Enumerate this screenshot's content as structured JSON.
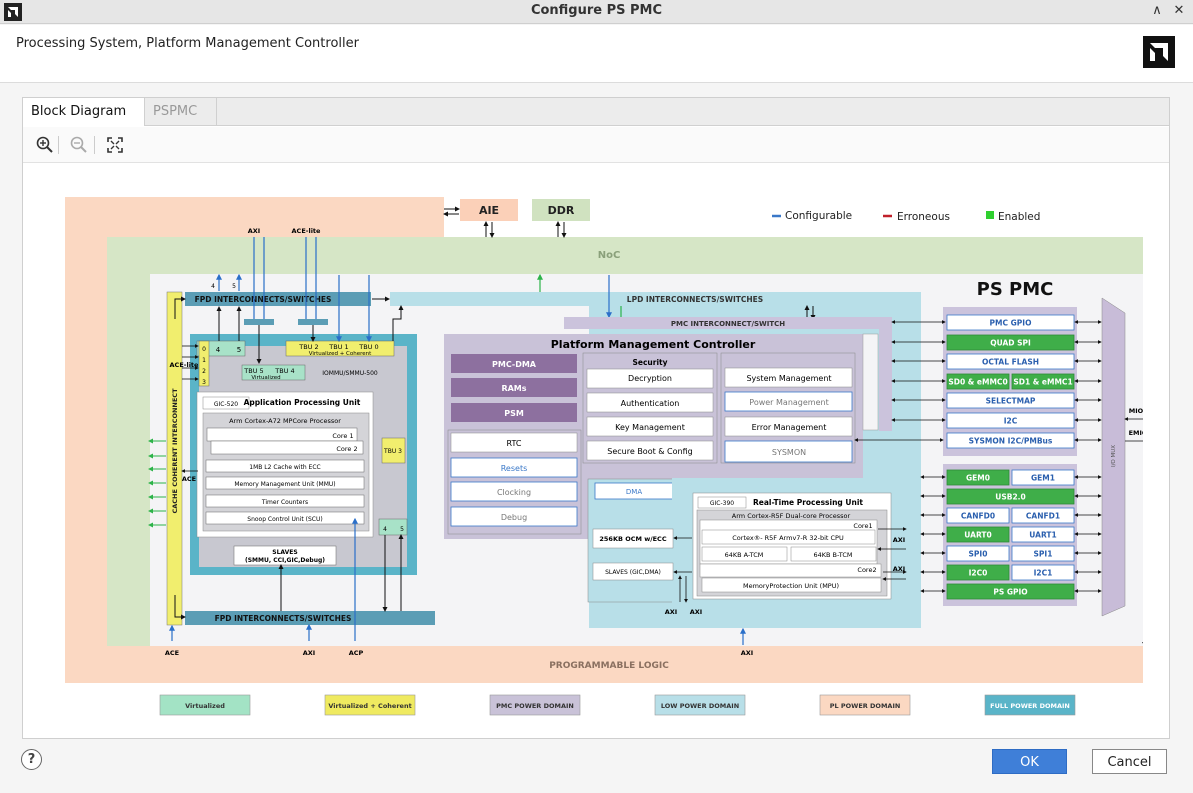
{
  "window": {
    "title": "Configure PS PMC",
    "minimize": "∧",
    "close": "✕"
  },
  "header": {
    "subtitle": "Processing System, Platform Management Controller"
  },
  "tabs": [
    {
      "label": "Block Diagram",
      "active": true
    },
    {
      "label": "PSPMC",
      "active": false
    }
  ],
  "toolbar": {
    "zoom_in": "zoom-in-icon",
    "zoom_out": "zoom-out-icon",
    "fit": "fit-icon"
  },
  "legend_top": {
    "configurable": "Configurable",
    "erroneous": "Erroneous",
    "enabled": "Enabled",
    "colors": {
      "configurable": "#3a78c8",
      "erroneous": "#c0202a",
      "enabled": "#2fd02f"
    }
  },
  "blocks": {
    "aie": "AIE",
    "ddr": "DDR",
    "noc": "NoC",
    "ps_pmc": "PS PMC",
    "programmable_logic": "PROGRAMMABLE LOGIC",
    "fpd_top": "FPD INTERCONNECTS/SWITCHES",
    "fpd_bottom": "FPD INTERCONNECTS/SWITCHES",
    "lpd": "LPD INTERCONNECTS/SWITCHES",
    "pmc_interconnect": "PMC INTERCONNECT/SWITCH",
    "cci": "CACHE COHERENT INTERCONNECT",
    "axi_top": "AXI",
    "ace_lite_top": "ACE-lite",
    "ace_lite_side": "ACE-lite",
    "ace": "ACE",
    "ace_bottom": "ACE",
    "axi_bottom": "AXI",
    "acp_bottom": "ACP",
    "axi_lpd_bottom": "AXI",
    "n4": "4",
    "n5": "5",
    "n0": "0",
    "n1": "1",
    "n2": "2",
    "n3": "3",
    "smmu_4": "4",
    "smmu_5": "5",
    "smmu_4b": "4",
    "smmu_5b": "5",
    "tbu2": "TBU 2",
    "tbu1": "TBU 1",
    "tbu0": "TBU 0",
    "virt_coherent": "Virtualized + Coherent",
    "tbu5": "TBU 5",
    "tbu4": "TBU 4",
    "virtualized": "Virtualized",
    "iommu": "IOMMU/SMMU-500",
    "gic520": "GIC-520",
    "apu": "Application Processing Unit",
    "a72": "Arm Cortex-A72 MPCore Processor",
    "core1": "Core 1",
    "core2": "Core 2",
    "l2": "1MB L2 Cache with ECC",
    "mmu": "Memory Management Unit (MMU)",
    "timer": "Timer Counters",
    "scu": "Snoop Control Unit (SCU)",
    "tbu3": "TBU 3",
    "slaves_apu_1": "SLAVES",
    "slaves_apu_2": "(SMMU, CCI,GIC,Debug)",
    "pmc_title": "Platform Management Controller",
    "pmc_dma": "PMC-DMA",
    "rams": "RAMs",
    "psm": "PSM",
    "security": "Security",
    "decryption": "Decryption",
    "authentication": "Authentication",
    "key_mgmt": "Key Management",
    "secure_boot": "Secure Boot & Config",
    "sys_mgmt": "System Management",
    "power_mgmt": "Power Management",
    "error_mgmt": "Error Management",
    "sysmon": "SYSMON",
    "rtc": "RTC",
    "resets": "Resets",
    "clocking": "Clocking",
    "debug": "Debug",
    "dma": "DMA",
    "gic390": "GIC-390",
    "rpu": "Real-Time Processing Unit",
    "r5f": "Arm Cortex-R5F Dual-core Processor",
    "r_core1": "Core1",
    "r_core2": "Core2",
    "r5_cpu": "Cortex®- R5F  Armv7-R  32-bit CPU",
    "atcm": "64KB A-TCM",
    "btcm": "64KB B-TCM",
    "mpu": "MemoryProtection Unit (MPU)",
    "ocm": "256KB OCM w/ECC",
    "slaves_gic_dma": "SLAVES (GIC,DMA)",
    "axi_r1": "AXI",
    "axi_r2": "AXI",
    "axi_l1": "AXI",
    "axi_l2": "AXI",
    "mio": "MIO",
    "emio": "EMIO",
    "io_mux": "I/O MUX"
  },
  "peripherals_pmc": [
    "PMC GPIO",
    "QUAD SPI",
    "OCTAL FLASH"
  ],
  "peripherals_sd": [
    "SD0 & eMMC0",
    "SD1 & eMMC1"
  ],
  "peripherals_pmc2": [
    "SELECTMAP",
    "I2C",
    "SYSMON I2C/PMBus"
  ],
  "peripherals_lpd": {
    "gem": [
      "GEM0",
      "GEM1"
    ],
    "usb": "USB2.0",
    "can": [
      "CANFD0",
      "CANFD1"
    ],
    "uart": [
      "UART0",
      "UART1"
    ],
    "spi": [
      "SPI0",
      "SPI1"
    ],
    "i2c": [
      "I2C0",
      "I2C1"
    ],
    "psgpio": "PS GPIO"
  },
  "legend_bottom": [
    "Virtualized",
    "Virtualized + Coherent",
    "PMC POWER DOMAIN",
    "LOW POWER DOMAIN",
    "PL POWER DOMAIN",
    "FULL POWER DOMAIN"
  ],
  "buttons": {
    "help": "?",
    "ok": "OK",
    "cancel": "Cancel"
  }
}
